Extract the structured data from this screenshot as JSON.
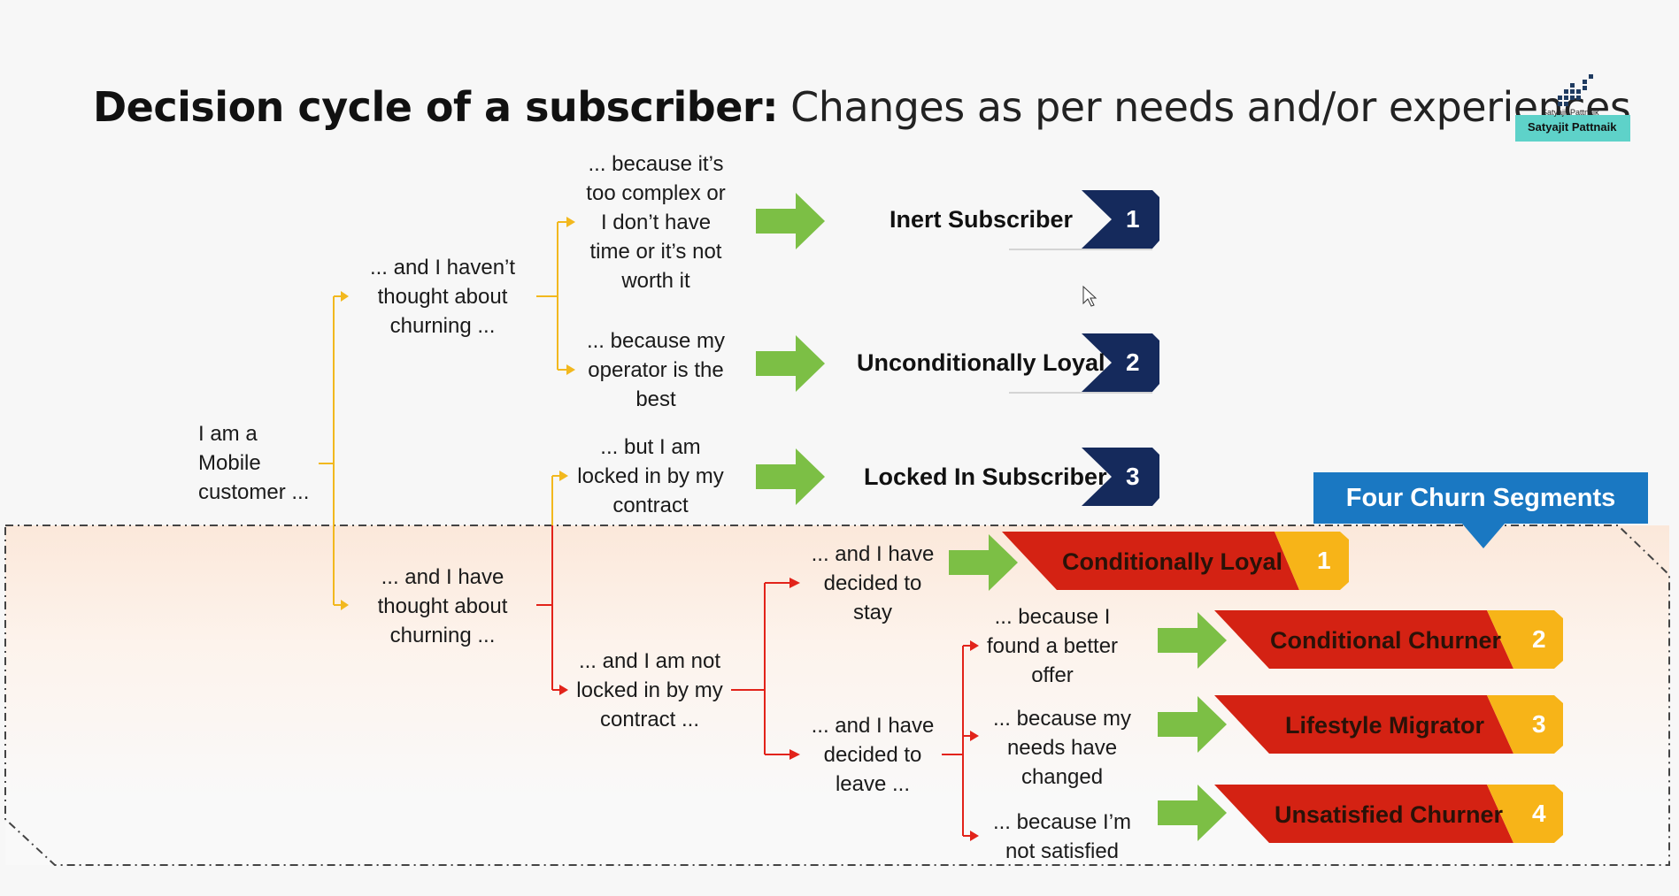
{
  "title": {
    "bold": "Decision cycle of a subscriber:",
    "rest": "Changes as per needs and/or experiences"
  },
  "logo": {
    "text_small": "Satyajit Pattnaik",
    "text_main": "Satyajit Pattnaik"
  },
  "nodes": {
    "root": [
      "I am a",
      "Mobile",
      "customer ..."
    ],
    "not_thought": [
      "... and I haven’t",
      "thought about",
      "churning ..."
    ],
    "thought": [
      "... and I have",
      "thought about",
      "churning ..."
    ],
    "too_complex": [
      "... because it’s",
      "too complex or",
      "I don’t have",
      "time or it’s not",
      "worth it"
    ],
    "operator_best": [
      "... because my",
      "operator is the",
      "best"
    ],
    "locked_in": [
      "... but I am",
      "locked in by my",
      "contract"
    ],
    "not_locked": [
      "... and I am not",
      "locked in by my",
      "contract ..."
    ],
    "decided_stay": [
      "... and I have",
      "decided to",
      "stay"
    ],
    "decided_leave": [
      "... and I have",
      "decided to",
      "leave ..."
    ],
    "better_offer": [
      "... because I",
      "found a better",
      "offer"
    ],
    "needs_changed": [
      "... because my",
      "needs have",
      "changed"
    ],
    "not_satisfied": [
      "... because I’m",
      "not satisfied"
    ]
  },
  "segments": [
    {
      "label": "Inert Subscriber",
      "number": "1"
    },
    {
      "label": "Unconditionally Loyal",
      "number": "2"
    },
    {
      "label": "Locked In Subscriber",
      "number": "3"
    }
  ],
  "churn_segments": {
    "header": "Four Churn Segments",
    "items": [
      {
        "label": "Conditionally Loyal",
        "number": "1"
      },
      {
        "label": "Conditional Churner",
        "number": "2"
      },
      {
        "label": "Lifestyle Migrator",
        "number": "3"
      },
      {
        "label": "Unsatisfied Churner",
        "number": "4"
      }
    ]
  },
  "colors": {
    "navy": "#152a5c",
    "green_arrow": "#7cbf45",
    "yellow_line": "#f2b81e",
    "red_line": "#e2231a",
    "churn_red": "#d42213",
    "churn_yellow": "#f7b418",
    "blue_header": "#1a78c2"
  }
}
